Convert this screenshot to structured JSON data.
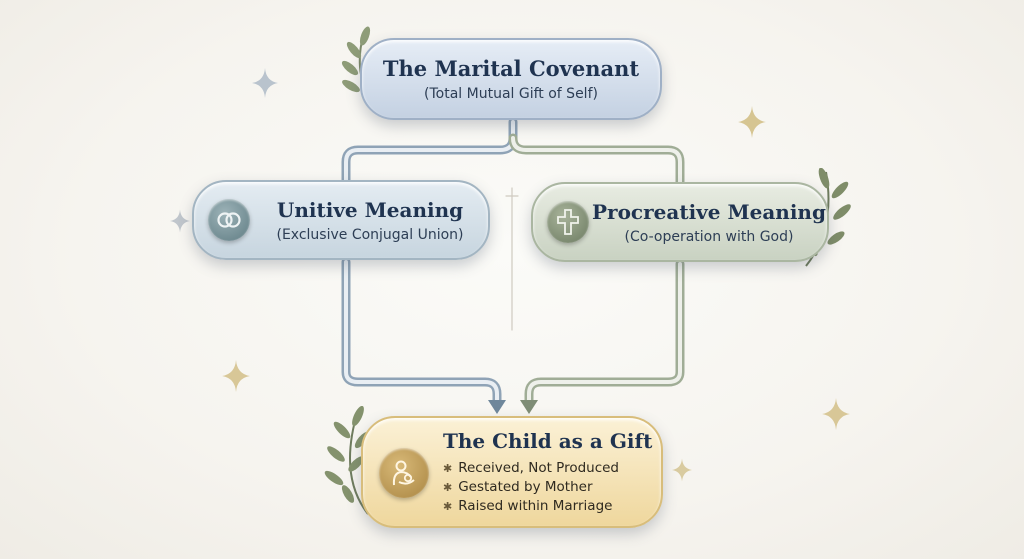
{
  "diagram": {
    "covenant": {
      "title": "The Marital Covenant",
      "subtitle": "(Total Mutual Gift of Self)"
    },
    "unitive": {
      "title": "Unitive Meaning",
      "subtitle": "(Exclusive Conjugal Union)",
      "icon": "wedding-rings-icon"
    },
    "procreative": {
      "title": "Procreative Meaning",
      "subtitle": "(Co-operation with God)",
      "icon": "cross-icon"
    },
    "child": {
      "title": "The Child as a Gift",
      "icon": "mother-child-icon",
      "bullets": [
        "Received, Not Produced",
        "Gestated by Mother",
        "Raised within Marriage"
      ]
    }
  },
  "colors": {
    "covenant": "#c4d1e2",
    "unitive": "#c7d5df",
    "procreative": "#c9d2c2",
    "child": "#efd79d",
    "text": "#1f3350",
    "accent_gold": "#d8bd7b"
  }
}
